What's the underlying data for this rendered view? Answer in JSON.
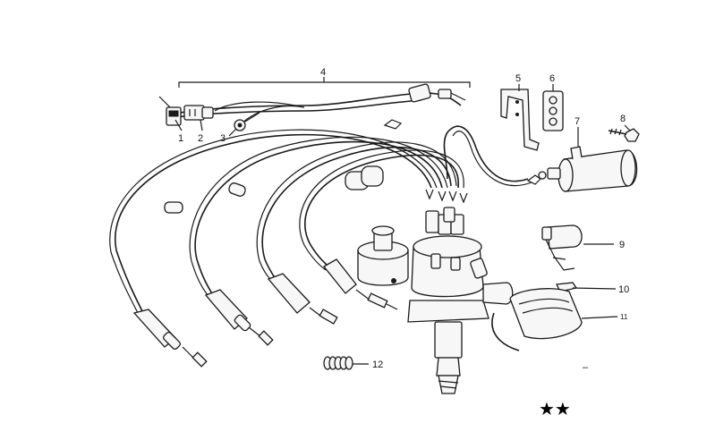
{
  "callouts": {
    "c1": "1",
    "c2": "2",
    "c3": "3",
    "c4": "4",
    "c5": "5",
    "c6": "6",
    "c7": "7",
    "c8": "8",
    "c9": "9",
    "c10": "10",
    "c11": "11",
    "c12": "12"
  },
  "footer": {
    "stars": "★★",
    "dash": "–"
  }
}
